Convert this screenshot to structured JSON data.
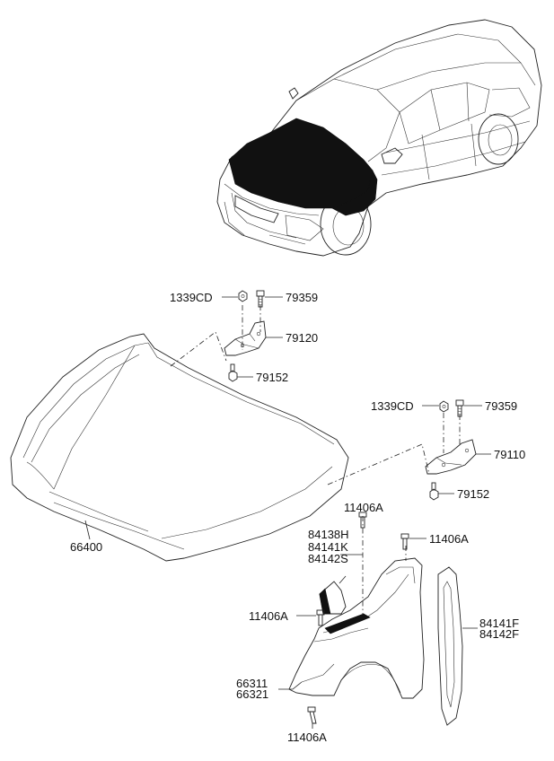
{
  "callouts": {
    "c1339cd_left": "1339CD",
    "c79359_left": "79359",
    "c79120": "79120",
    "c79152_left": "79152",
    "c1339cd_right": "1339CD",
    "c79359_right": "79359",
    "c79110": "79110",
    "c79152_right": "79152",
    "c66400": "66400",
    "c11406a_top": "11406A",
    "c84138h": "84138H",
    "c84141k": "84141K",
    "c84142s": "84142S",
    "c11406a_right": "11406A",
    "c11406a_left": "11406A",
    "c84141f": "84141F",
    "c84142f": "84142F",
    "c66311": "66311",
    "c66321": "66321",
    "c11406a_bottom": "11406A"
  }
}
